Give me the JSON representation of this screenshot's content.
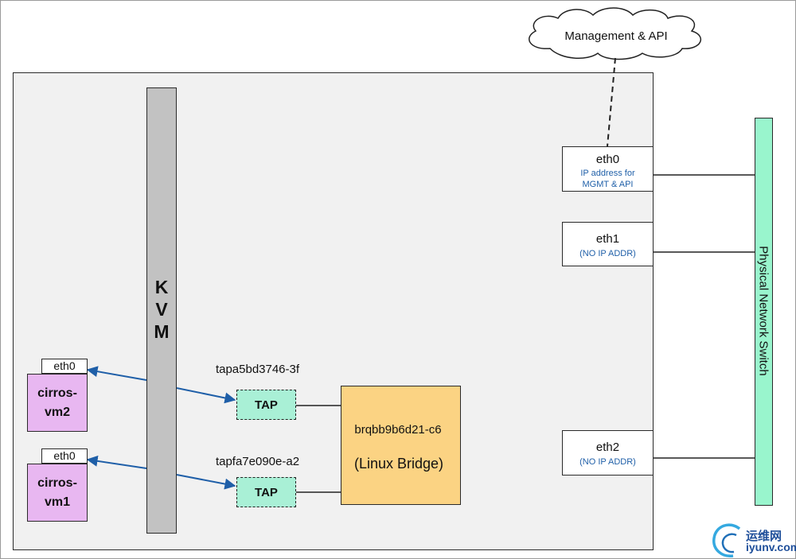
{
  "cloud": {
    "label": "Management & API"
  },
  "kvm": {
    "label": "K\nV\nM"
  },
  "vms": [
    {
      "name": "cirros-\nvm2",
      "eth": "eth0"
    },
    {
      "name": "cirros-\nvm1",
      "eth": "eth0"
    }
  ],
  "taps": [
    {
      "name": "tapa5bd3746-3f",
      "label": "TAP"
    },
    {
      "name": "tapfa7e090e-a2",
      "label": "TAP"
    }
  ],
  "bridge": {
    "name": "brqbb9b6d21-c6",
    "type": "(Linux Bridge)"
  },
  "nics": [
    {
      "name": "eth0",
      "sub": "IP address for\nMGMT & API"
    },
    {
      "name": "eth1",
      "sub": "(NO IP ADDR)"
    },
    {
      "name": "eth2",
      "sub": "(NO IP ADDR)"
    }
  ],
  "switch": {
    "label": "Physical Network Switch"
  },
  "watermark": {
    "text1": "运维网",
    "text2": "iyunv.com"
  },
  "colors": {
    "kvm": "#c2c2c2",
    "vm": "#e8b7f1",
    "tap": "#a9f0d6",
    "bridge": "#fbd383",
    "switch": "#99f5cd",
    "link_arrow": "#1f5fa8",
    "nic_subtext": "#1f5fa8",
    "host_background": "#f1f1f1"
  }
}
